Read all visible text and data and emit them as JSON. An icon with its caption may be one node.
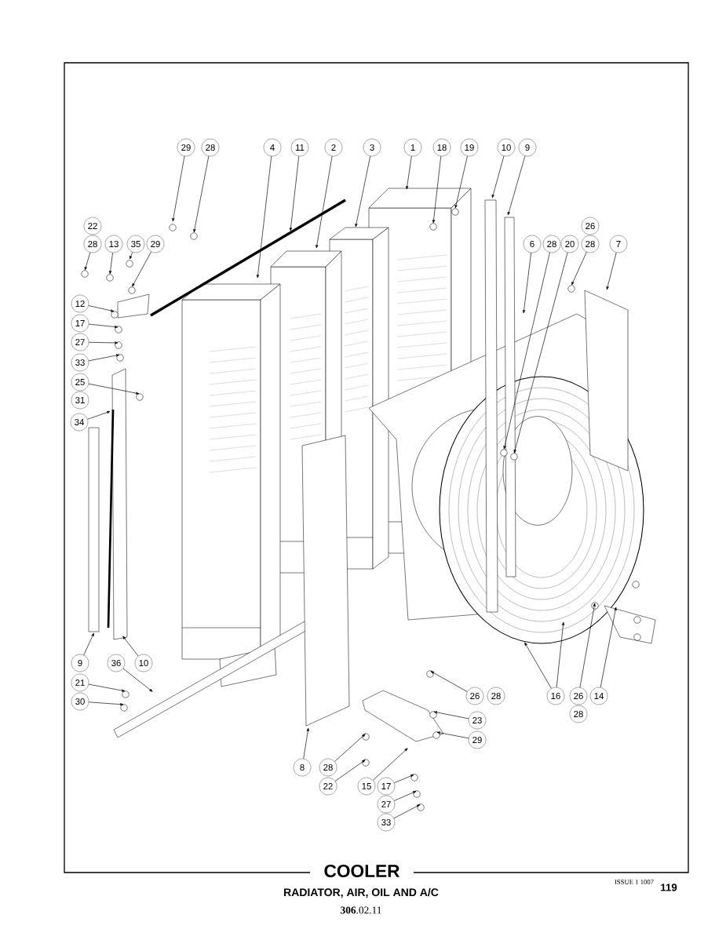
{
  "diagram": {
    "title": "COOLER",
    "nodes": [
      {
        "text": [
          "29"
        ]
      },
      {
        "text": [
          "28"
        ]
      },
      {
        "text": [
          "4"
        ]
      },
      {
        "text": [
          "11"
        ]
      },
      {
        "text": [
          "2"
        ]
      },
      {
        "text": [
          "3"
        ]
      },
      {
        "text": [
          "1"
        ]
      },
      {
        "text": [
          "18"
        ]
      },
      {
        "text": [
          "19"
        ]
      },
      {
        "text": [
          "10"
        ]
      },
      {
        "text": [
          "9"
        ]
      },
      {
        "text": [
          "22"
        ]
      },
      {
        "text": [
          "26"
        ]
      },
      {
        "text": [
          "28"
        ]
      },
      {
        "text": [
          "13"
        ]
      },
      {
        "text": [
          "35"
        ]
      },
      {
        "text": [
          "29"
        ]
      },
      {
        "text": [
          "6"
        ]
      },
      {
        "text": [
          "28"
        ]
      },
      {
        "text": [
          "20"
        ]
      },
      {
        "text": [
          "28"
        ]
      },
      {
        "text": [
          "7"
        ]
      },
      {
        "text": [
          "12"
        ]
      },
      {
        "text": [
          "17"
        ]
      },
      {
        "text": [
          "27"
        ]
      },
      {
        "text": [
          "33"
        ]
      },
      {
        "text": [
          "25"
        ]
      },
      {
        "text": [
          "31"
        ]
      },
      {
        "text": [
          "34"
        ]
      },
      {
        "text": [
          "9"
        ]
      },
      {
        "text": [
          "36"
        ]
      },
      {
        "text": [
          "10"
        ]
      },
      {
        "text": [
          "21"
        ]
      },
      {
        "text": [
          "26"
        ]
      },
      {
        "text": [
          "28"
        ]
      },
      {
        "text": [
          "16"
        ]
      },
      {
        "text": [
          "26"
        ]
      },
      {
        "text": [
          "14"
        ]
      },
      {
        "text": [
          "30"
        ]
      },
      {
        "text": [
          "28"
        ]
      },
      {
        "text": [
          "23"
        ]
      },
      {
        "text": [
          "29"
        ]
      },
      {
        "text": [
          "8"
        ]
      },
      {
        "text": [
          "28"
        ]
      },
      {
        "text": [
          "15"
        ]
      },
      {
        "text": [
          "17"
        ]
      },
      {
        "text": [
          "22"
        ]
      },
      {
        "text": [
          "27"
        ]
      },
      {
        "text": [
          "33"
        ]
      }
    ],
    "edges": [
      {
        "from": 0,
        "to": null,
        "arrow": "to"
      },
      {
        "from": 1,
        "to": null,
        "arrow": "to"
      },
      {
        "from": 2,
        "to": null,
        "arrow": "to"
      },
      {
        "from": 3,
        "to": null,
        "arrow": "to"
      },
      {
        "from": 4,
        "to": null,
        "arrow": "to"
      },
      {
        "from": 5,
        "to": null,
        "arrow": "to"
      },
      {
        "from": 6,
        "to": null,
        "arrow": "to"
      },
      {
        "from": 7,
        "to": null,
        "arrow": "to"
      },
      {
        "from": 8,
        "to": null,
        "arrow": "to"
      },
      {
        "from": 9,
        "to": null,
        "arrow": "to"
      },
      {
        "from": 10,
        "to": null,
        "arrow": "to"
      },
      {
        "from": 13,
        "to": null,
        "arrow": "to"
      },
      {
        "from": 14,
        "to": null,
        "arrow": "to"
      },
      {
        "from": 15,
        "to": null,
        "arrow": "to"
      },
      {
        "from": 16,
        "to": null,
        "arrow": "to"
      },
      {
        "from": 17,
        "to": null,
        "arrow": "to"
      },
      {
        "from": 18,
        "to": null,
        "arrow": "to"
      },
      {
        "from": 19,
        "to": null,
        "arrow": "to"
      },
      {
        "from": 20,
        "to": null,
        "arrow": "to"
      },
      {
        "from": 21,
        "to": null,
        "arrow": "to"
      },
      {
        "from": 22,
        "to": null,
        "arrow": "to"
      },
      {
        "from": 23,
        "to": null,
        "arrow": "to"
      },
      {
        "from": 24,
        "to": null,
        "arrow": "to"
      },
      {
        "from": 25,
        "to": null,
        "arrow": "to"
      },
      {
        "from": 26,
        "to": null,
        "arrow": "to"
      },
      {
        "from": 28,
        "to": null,
        "arrow": "to"
      },
      {
        "from": 29,
        "to": null,
        "arrow": "to"
      },
      {
        "from": 30,
        "to": null,
        "arrow": "to"
      },
      {
        "from": 31,
        "to": null,
        "arrow": "to"
      },
      {
        "from": 32,
        "to": null,
        "arrow": "to"
      },
      {
        "from": 33,
        "to": null,
        "arrow": "to"
      },
      {
        "from": 35,
        "to": null,
        "arrow": "to"
      },
      {
        "from": 35,
        "to": null,
        "arrow": "to"
      },
      {
        "from": 36,
        "to": null,
        "arrow": "to"
      },
      {
        "from": 37,
        "to": null,
        "arrow": "to"
      },
      {
        "from": 38,
        "to": null,
        "arrow": "to"
      },
      {
        "from": 40,
        "to": null,
        "arrow": "to"
      },
      {
        "from": 41,
        "to": null,
        "arrow": "to"
      },
      {
        "from": 42,
        "to": null,
        "arrow": "to"
      },
      {
        "from": 43,
        "to": null,
        "arrow": "to"
      },
      {
        "from": 46,
        "to": null,
        "arrow": "to"
      },
      {
        "from": 44,
        "to": null,
        "arrow": "to"
      },
      {
        "from": 45,
        "to": null,
        "arrow": "to"
      },
      {
        "from": 47,
        "to": null,
        "arrow": "to"
      },
      {
        "from": 48,
        "to": null,
        "arrow": "to"
      }
    ],
    "labels": [
      "RADIATOR, AIR, OIL AND A/C",
      "**306**.02.11",
      "ISSUE 1 1007",
      "119"
    ]
  }
}
